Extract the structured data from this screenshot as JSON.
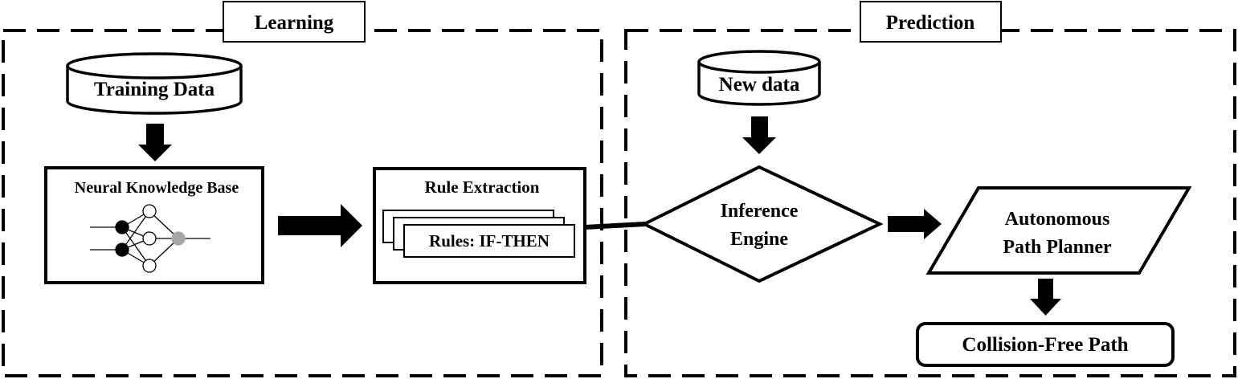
{
  "sections": {
    "learning": {
      "title": "Learning"
    },
    "prediction": {
      "title": "Prediction"
    }
  },
  "nodes": {
    "training_data": "Training Data",
    "neural_kb": "Neural Knowledge Base",
    "rule_extraction": "Rule Extraction",
    "rules": "Rules: IF-THEN",
    "new_data": "New data",
    "inference_line1": "Inference",
    "inference_line2": "Engine",
    "planner_line1": "Autonomous",
    "planner_line2": "Path Planner",
    "collision_free": "Collision-Free Path"
  },
  "colors": {
    "stroke": "#000000",
    "background": "#ffffff",
    "output_neuron": "#a6a6a6"
  }
}
